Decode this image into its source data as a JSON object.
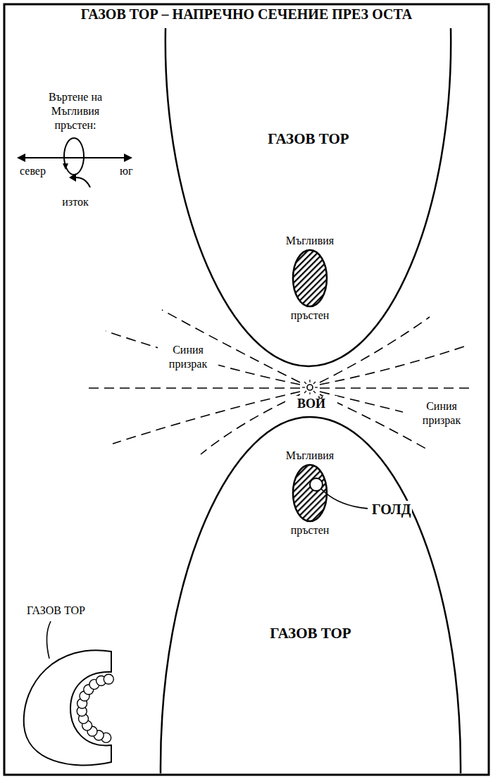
{
  "diagram": {
    "title": "ГАЗОВ ТОР – НАПРЕЧНО СЕЧЕНИЕ ПРЕЗ ОСТА",
    "nodes": [
      {
        "text": [
          "ГАЗОВ ТОР"
        ]
      },
      {
        "text": [
          "Мъгливия",
          "пръстен"
        ],
        "in": 0
      },
      {
        "text": [
          "ГАЗОВ ТОР"
        ]
      },
      {
        "text": [
          "Мъгливия",
          "пръстен"
        ],
        "in": 2
      }
    ],
    "labels": [
      "Въртене на Мъгливия пръстен:",
      "север",
      "юг",
      "изток",
      "Синия призрак",
      "ВОЙ",
      "Синия призрак",
      "ГОЛД",
      "ГАЗОВ ТОР"
    ]
  }
}
